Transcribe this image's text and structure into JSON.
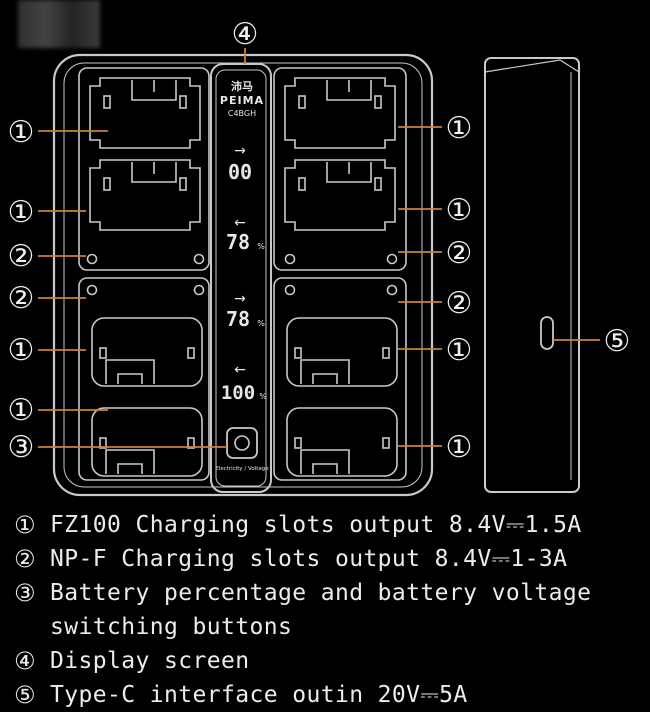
{
  "colors": {
    "line": "#c9c9c9",
    "leader": "#c9833a",
    "background": "#000000",
    "text": "#ececec"
  },
  "callouts": {
    "n1": "①",
    "n2": "②",
    "n3": "③",
    "n4": "④",
    "n5": "⑤"
  },
  "display": {
    "brand_cn": "沛马",
    "brand": "PEIMA",
    "model": "C4BGH",
    "readings": [
      {
        "arrow": "→",
        "value": "00",
        "unit": ""
      },
      {
        "arrow": "←",
        "value": "78",
        "unit": "%"
      },
      {
        "arrow": "→",
        "value": "78",
        "unit": "%"
      },
      {
        "arrow": "←",
        "value": "100",
        "unit": "%"
      }
    ],
    "button_caption": "Electricity / Voltage"
  },
  "legend": [
    {
      "num": "①",
      "text": "FZ100 Charging slots output 8.4V⎓1.5A"
    },
    {
      "num": "②",
      "text": "NP-F Charging slots output 8.4V⎓1-3A"
    },
    {
      "num": "③",
      "text": "Battery percentage and battery voltage",
      "continuation": "switching buttons"
    },
    {
      "num": "④",
      "text": "Display screen"
    },
    {
      "num": "⑤",
      "text": "Type-C interface outin 20V⎓5A"
    }
  ]
}
